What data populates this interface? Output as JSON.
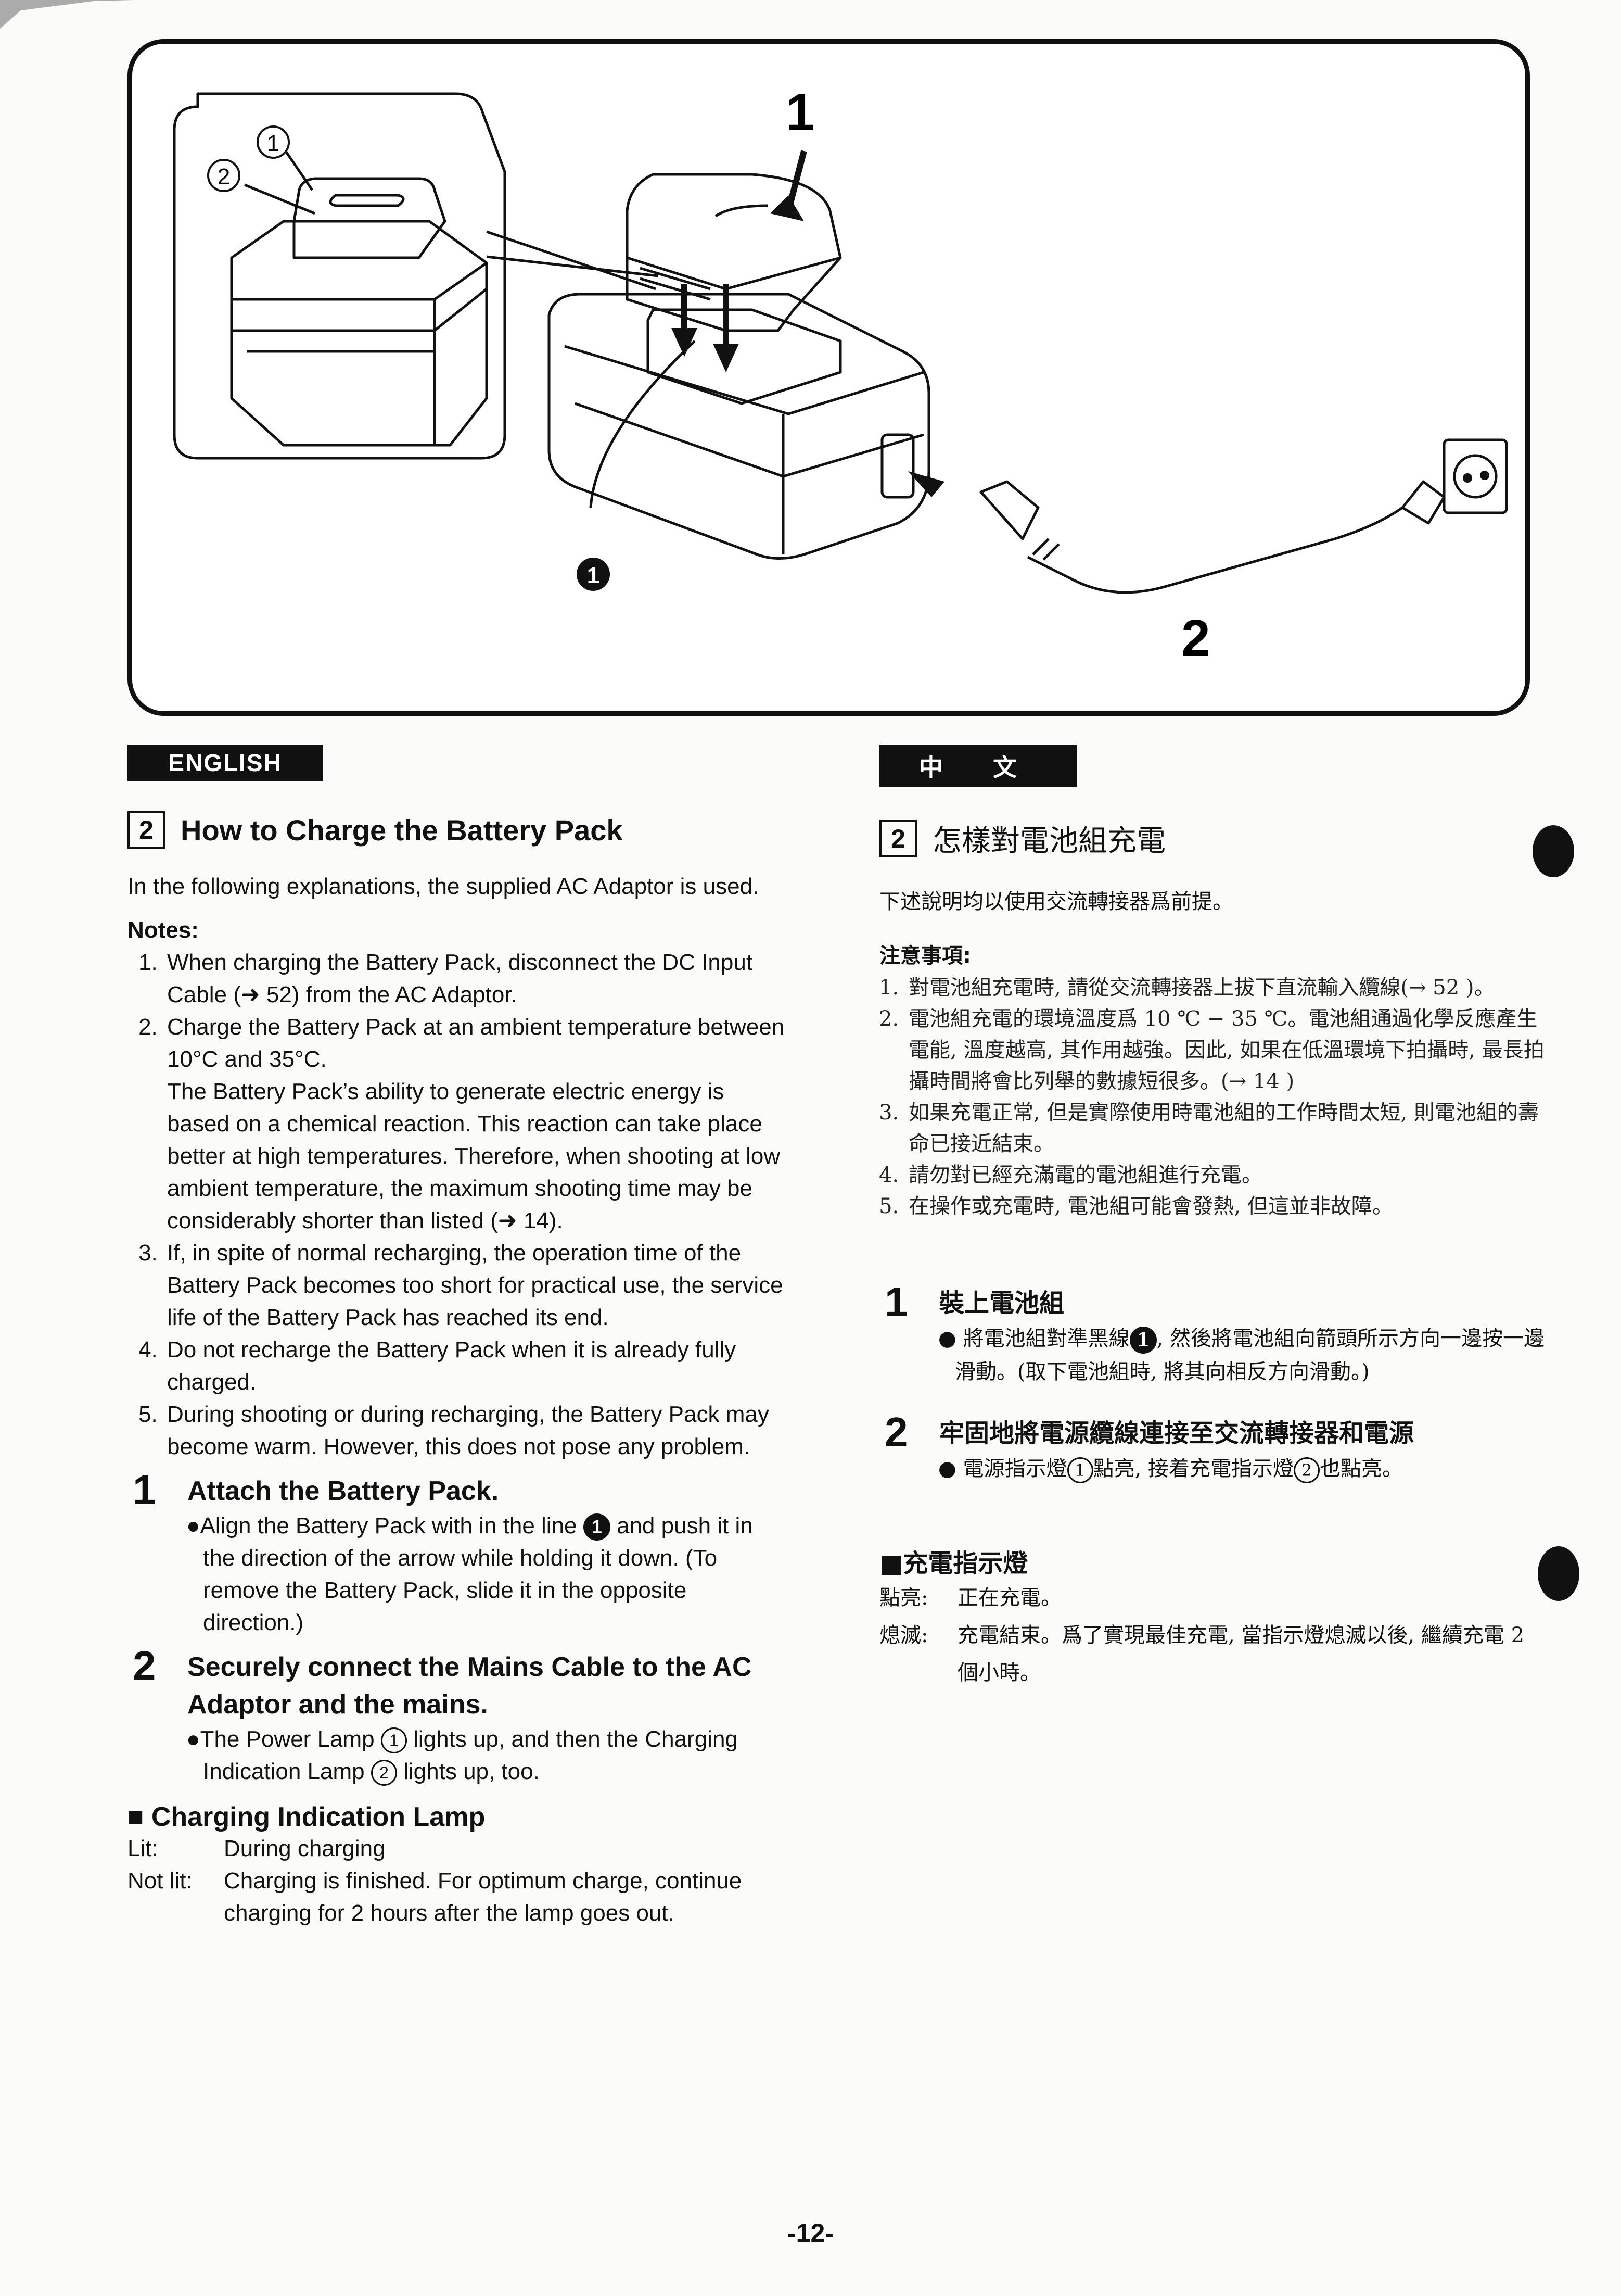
{
  "figure": {
    "callout_1": "1",
    "callout_2": "2",
    "callout_ring_1": "①",
    "callout_ring_2": "②",
    "callout_black_1": "1"
  },
  "english": {
    "badge": "ENGLISH",
    "section_num": "2",
    "section_title": "How to Charge the Battery Pack",
    "intro": "In the following explanations, the supplied AC Adaptor is used.",
    "notes_title": "Notes:",
    "notes": [
      "When charging the Battery Pack, disconnect the DC Input Cable (➜ 52) from the AC Adaptor.",
      "Charge the Battery Pack at an ambient temperature between 10°C and 35°C.",
      "If, in spite of normal recharging, the operation time of the Battery Pack becomes too short for practical use, the service life of the Battery Pack has reached its end.",
      "Do not recharge the Battery Pack when it is already fully charged.",
      "During shooting or during recharging, the Battery Pack may become warm. However, this does not pose any problem."
    ],
    "note2_extra": "The Battery Pack’s ability to generate electric energy is based on a chemical reaction. This reaction can take place better at high temperatures. Therefore, when shooting at low ambient temperature, the maximum shooting time may be considerably shorter than listed (➜ 14).",
    "step1_num": "1",
    "step1_title": "Attach the Battery Pack.",
    "step1_a": "Align the Battery Pack with in the line",
    "step1_b": "and push it in the direction of the arrow while holding it down. (To remove the Battery Pack, slide it in the opposite direction.)",
    "step2_num": "2",
    "step2_title": "Securely connect the Mains Cable to the AC Adaptor and the mains.",
    "step2_a": "The Power Lamp",
    "step2_b": "lights up, and then the Charging Indication Lamp",
    "step2_c": "lights up, too.",
    "lamp_title": "Charging Indication Lamp",
    "lamp_lit_k": "Lit:",
    "lamp_lit_v": "During charging",
    "lamp_notlit_k": "Not lit:",
    "lamp_notlit_v": "Charging is finished. For optimum charge, continue charging for 2 hours after the lamp goes out."
  },
  "chinese": {
    "badge": "中 文",
    "section_num": "2",
    "section_title": "怎樣對電池組充電",
    "intro": "下述說明均以使用交流轉接器爲前提。",
    "notes_title": "注意事項:",
    "notes": [
      "對電池組充電時, 請從交流轉接器上拔下直流輸入纜線(→ 52 )。",
      "電池組充電的環境溫度爲 10 ℃ − 35 ℃。電池組通過化學反應產生電能, 溫度越高, 其作用越強。因此, 如果在低溫環境下拍攝時, 最長拍攝時間將會比列舉的數據短很多。(→ 14 )",
      "如果充電正常, 但是實際使用時電池組的工作時間太短, 則電池組的壽命已接近結束。",
      "請勿對已經充滿電的電池組進行充電。",
      "在操作或充電時, 電池組可能會發熱, 但這並非故障。"
    ],
    "step1_num": "1",
    "step1_title": "裝上電池組",
    "step1_a": "將電池組對準黑線",
    "step1_b": ", 然後將電池組向箭頭所示方向一邊按一邊滑動。(取下電池組時, 將其向相反方向滑動。)",
    "step2_num": "2",
    "step2_title": "牢固地將電源纜線連接至交流轉接器和電源",
    "step2_a": "電源指示燈",
    "step2_b": "點亮, 接着充電指示燈",
    "step2_c": "也點亮。",
    "lamp_title": "充電指示燈",
    "lamp_lit_k": "點亮:",
    "lamp_lit_v": "正在充電。",
    "lamp_notlit_k": "熄滅:",
    "lamp_notlit_v": "充電結束。爲了實現最佳充電, 當指示燈熄滅以後, 繼續充電 2 個小時。"
  },
  "page_number": "-12-"
}
